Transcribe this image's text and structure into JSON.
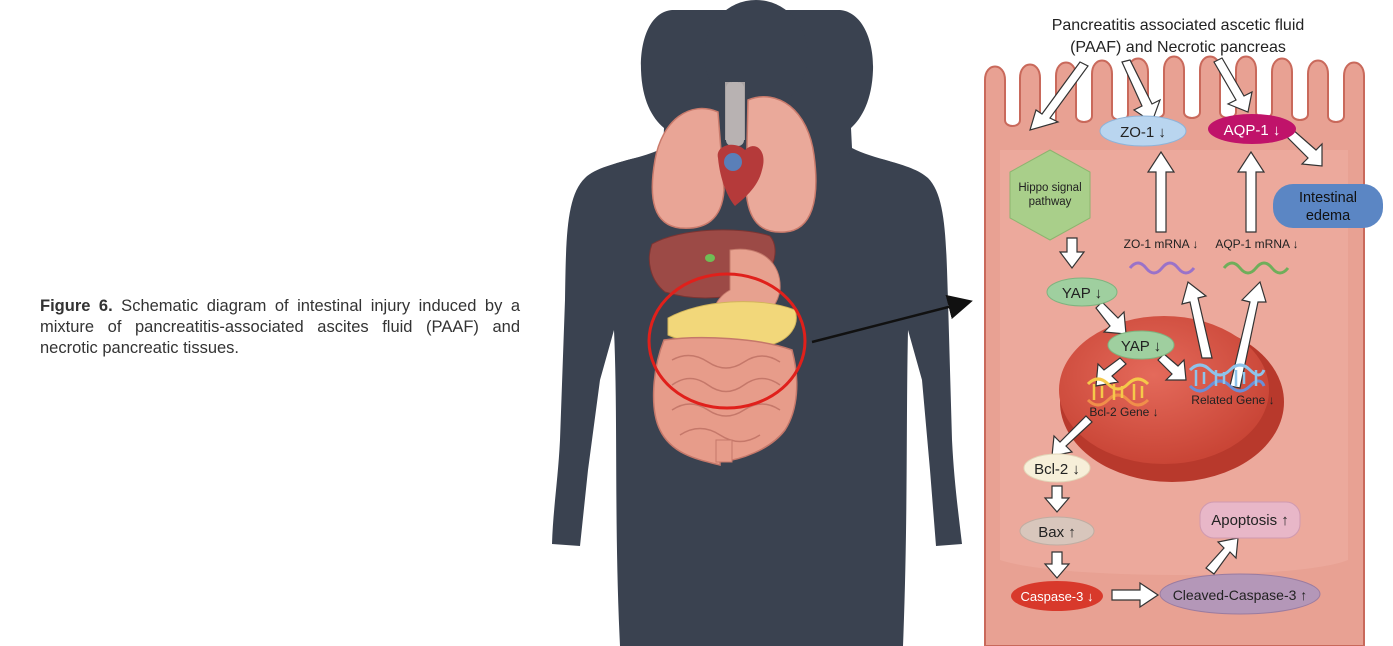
{
  "caption": {
    "figure_label": "Figure 6.",
    "text": " Schematic diagram of intestinal injury induced by a mixture of pancreatitis-associated ascites fluid (PAAF) and necrotic pancreatic tissues."
  },
  "diagram": {
    "top_label_line1": "Pancreatitis associated ascetic fluid",
    "top_label_line2": "(PAAF) and Necrotic pancreas",
    "hippo_line1": "Hippo signal",
    "hippo_line2": "pathway",
    "zo1": "ZO-1 ↓",
    "aqp1": "AQP-1 ↓",
    "edema_line1": "Intestinal",
    "edema_line2": "edema",
    "zo1_mrna": "ZO-1 mRNA ↓",
    "aqp1_mrna": "AQP-1 mRNA ↓",
    "yap_cyto": "YAP ↓",
    "yap_nucleus": "YAP ↓",
    "bcl2_gene": "Bcl-2 Gene ↓",
    "related_gene": "Related Gene ↓",
    "bcl2": "Bcl-2 ↓",
    "bax": "Bax ↑",
    "caspase3": "Caspase-3 ↓",
    "cleaved_caspase3": "Cleaved-Caspase-3 ↑",
    "apoptosis": "Apoptosis ↑"
  },
  "colors": {
    "body_silhouette": "#3a4250",
    "cell_fill": "#e8a193",
    "cell_stroke": "#c9695b",
    "nucleus": "#d9594a",
    "highlight_circle": "#e0201b",
    "hippo": "#a9cf8a",
    "yap": "#9fcf9f",
    "zo1": "#b9d5ef",
    "aqp1": "#c0136a",
    "edema": "#5b86c4",
    "bcl2": "#f7efd9",
    "bax": "#d8c6bc",
    "caspase3": "#d8392b",
    "cleaved": "#b497b8",
    "apoptosis": "#e8b7c8",
    "zo1_mrna_wave": "#9a72c9",
    "aqp1_mrna_wave": "#6fae5a"
  }
}
